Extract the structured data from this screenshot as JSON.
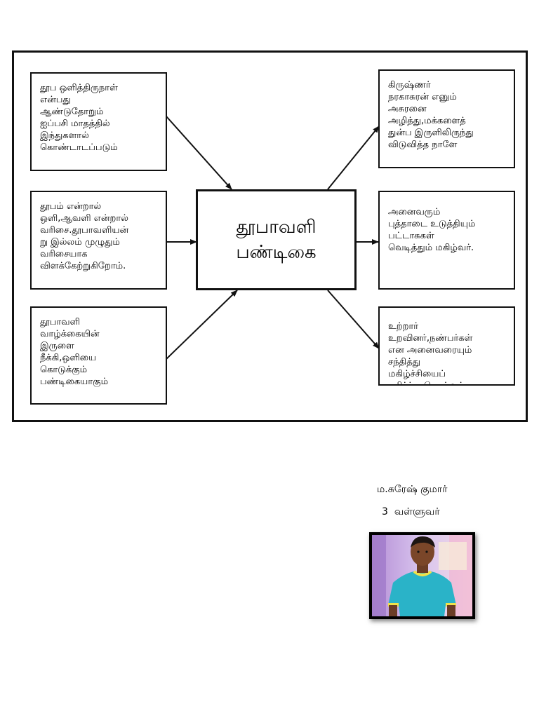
{
  "diagram": {
    "center": {
      "lines": [
        "தூபாவளி",
        "பண்டிகை"
      ]
    },
    "left_boxes": [
      {
        "lines": [
          "தூப ஒளித்திருநாள்",
          "என்பது",
          "ஆண்டுதோறும்",
          "ஐப்பசி மாதத்தில்",
          "இந்துகளால்",
          "கொண்டாடப்படும்"
        ]
      },
      {
        "lines": [
          "தூபம் என்றால்",
          "ஒளி,ஆவளி என்றால்",
          "வரிசை.தூபாவளியன்",
          "று இல்லம் முழுதும்",
          "வரிசையாக",
          "விளக்கேற்றுகிறோம்."
        ]
      },
      {
        "lines": [
          "தூபாவளி",
          "வாழ்க்கையின்",
          "இருளை",
          "நீக்கி,ஒளியை",
          "கொடுக்கும்",
          "பண்டிகையாகும்"
        ]
      }
    ],
    "right_boxes": [
      {
        "lines": [
          "கிருஷ்ணர்",
          "நரகாசுரன் எனும்",
          "அசுரனை",
          "அழித்து,மக்களைத்",
          "துன்ப இருளிலிருந்து",
          "விடுவித்த நாளே"
        ]
      },
      {
        "lines": [
          "அனைவரும்",
          "புத்தாடை உடுத்தியும்",
          "பட்டாசுகள்",
          "வெடித்தும் மகிழ்வர்."
        ]
      },
      {
        "lines": [
          "உற்றார்",
          "உறவினர்,நண்பர்கள்",
          "என அனைவரையும்",
          "சந்தித்து",
          "மகிழ்ச்சியைப்",
          "பகிர்ந்து கொள்வர்"
        ]
      }
    ]
  },
  "author": {
    "name": "ம.சுரேஷ் குமார்",
    "class_number": "3",
    "class_name": "வள்ளுவர்",
    "photo": "student-portrait"
  }
}
